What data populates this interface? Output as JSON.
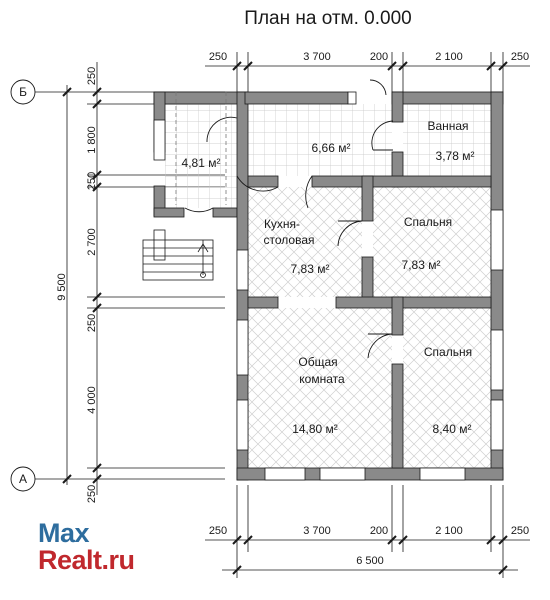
{
  "title": "План на отм. 0.000",
  "axes": {
    "top": "Б",
    "bottom": "А"
  },
  "dims_top": [
    "250",
    "3 700",
    "200",
    "2 100",
    "250"
  ],
  "dims_bottom": [
    "250",
    "3 700",
    "200",
    "2 100",
    "250"
  ],
  "dim_total_width": "6 500",
  "dims_left": [
    "250",
    "1 800",
    "250",
    "2 700",
    "250",
    "4 000",
    "250"
  ],
  "dim_total_height": "9 500",
  "rooms": {
    "porch": {
      "area": "4,81 м²"
    },
    "hall": {
      "area": "6,66 м²"
    },
    "bath": {
      "name": "Ванная",
      "area": "3,78 м²"
    },
    "kitchen": {
      "name1": "Кухня-",
      "name2": "столовая",
      "area": "7,83 м²"
    },
    "bedroom1": {
      "name": "Спальня",
      "area": "7,83 м²"
    },
    "living": {
      "name1": "Общая",
      "name2": "комната",
      "area": "14,80 м²"
    },
    "bedroom2": {
      "name": "Спальня",
      "area": "8,40 м²"
    }
  },
  "watermark": {
    "line1": "Max",
    "line2": "Realt.ru",
    "color1": "#2e6d9e",
    "color2": "#c0282d"
  },
  "colors": {
    "wall": "#8a8a8a",
    "tile": "#c4c4c4",
    "line": "#1a1a1a"
  }
}
